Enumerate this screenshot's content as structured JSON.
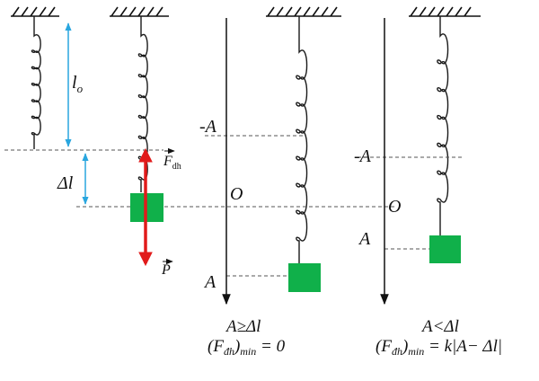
{
  "colors": {
    "spring": "#1a1a1a",
    "mass": "#10b04a",
    "force_arrow": "#e11b1b",
    "dimension": "#29a6df",
    "dashed": "#555555"
  },
  "labels": {
    "natural_length": "l",
    "natural_length_sub": "o",
    "extension": "Δl",
    "elastic_force": "F",
    "elastic_force_sub": "dh",
    "weight": "P",
    "neg_amplitude": "-A",
    "origin": "O",
    "pos_amplitude": "A"
  },
  "case_left": {
    "condition": "A≥Δl",
    "formula_sub": "đh",
    "formula_rest": " = 0"
  },
  "case_right": {
    "condition": "A<Δl",
    "formula_sub": "đh",
    "formula_rest": " = k|A− Δl|"
  },
  "formula_prefix": "(F",
  "formula_min": "min"
}
